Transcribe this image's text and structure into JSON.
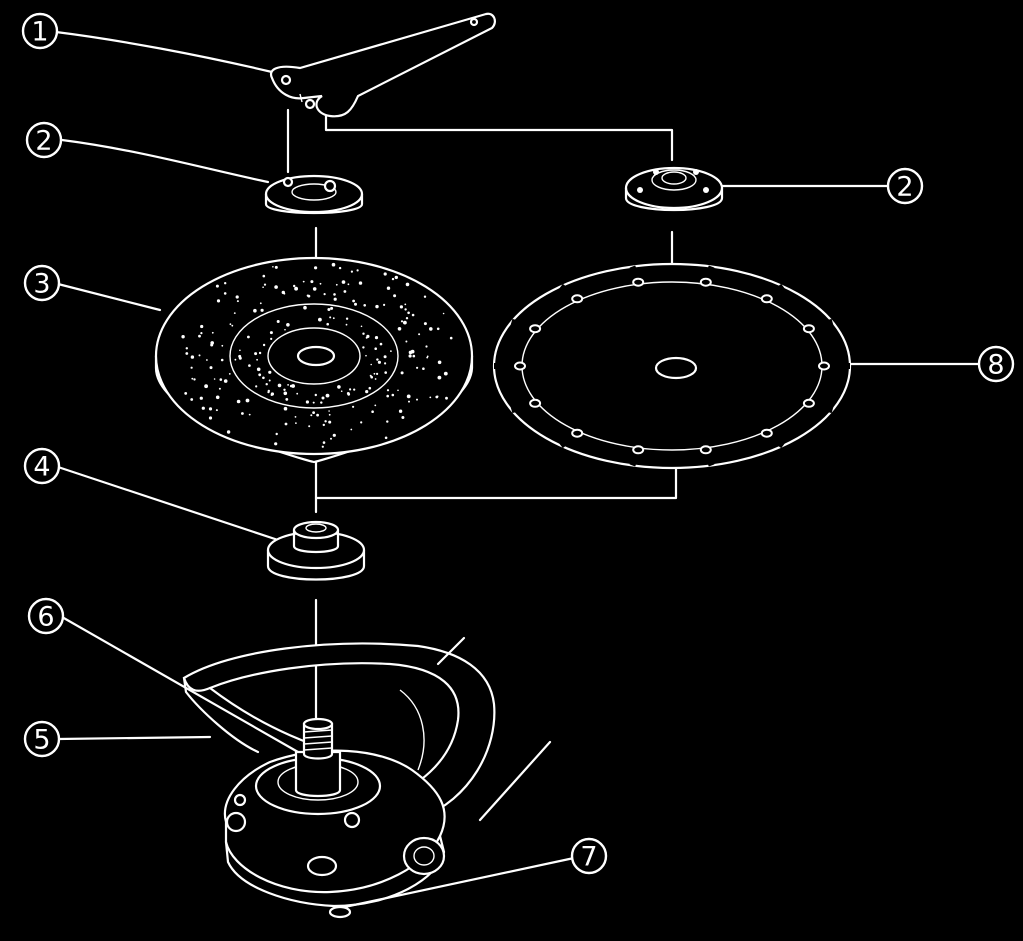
{
  "diagram": {
    "callouts": {
      "c1": "1",
      "c2a": "2",
      "c2b": "2",
      "c3": "3",
      "c4": "4",
      "c5": "5",
      "c6": "6",
      "c7": "7",
      "c8": "8"
    },
    "colors": {
      "background": "#000000",
      "line": "#ffffff"
    }
  }
}
